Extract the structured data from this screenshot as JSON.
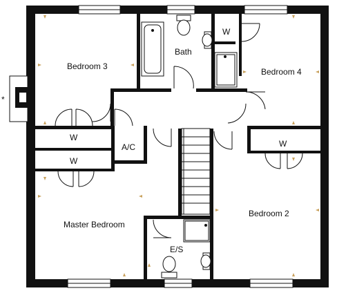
{
  "rooms": {
    "bedroom3": "Bedroom 3",
    "bath": "Bath",
    "bedroom4": "Bedroom 4",
    "wardrobe_bed4": "W",
    "wardrobe_bed3": "W",
    "airing_cupboard": "A/C",
    "wardrobe_master": "W",
    "wardrobe_bed2": "W",
    "master_bedroom": "Master Bedroom",
    "bedroom2": "Bedroom 2",
    "ensuite": "E/S"
  },
  "chimney_note": "*",
  "colors": {
    "wall": "#111111",
    "dimension_marker": "#c9a15c",
    "background": "#ffffff"
  }
}
